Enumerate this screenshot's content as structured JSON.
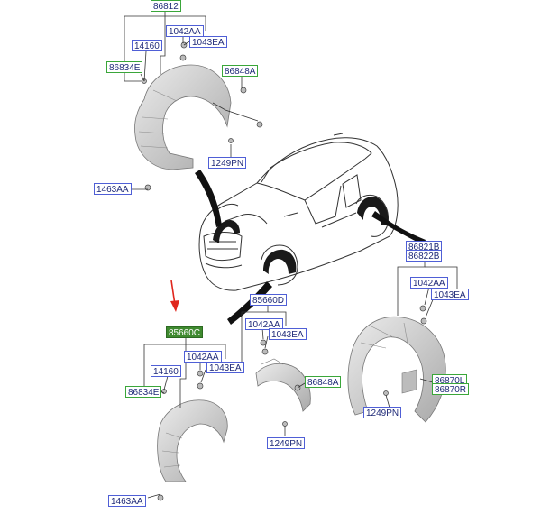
{
  "labels": [
    {
      "id": "l1",
      "text": "86812",
      "color": "green"
    },
    {
      "id": "l2",
      "text": "1042AA",
      "color": "blue"
    },
    {
      "id": "l3",
      "text": "1043EA",
      "color": "blue"
    },
    {
      "id": "l4",
      "text": "14160",
      "color": "blue"
    },
    {
      "id": "l5",
      "text": "86834E",
      "color": "green"
    },
    {
      "id": "l6",
      "text": "86848A",
      "color": "green"
    },
    {
      "id": "l7",
      "text": "1249PN",
      "color": "blue"
    },
    {
      "id": "l8",
      "text": "1463AA",
      "color": "blue"
    },
    {
      "id": "l9",
      "text": "86821B",
      "color": "blue"
    },
    {
      "id": "l10",
      "text": "86822B",
      "color": "blue"
    },
    {
      "id": "l11",
      "text": "1042AA",
      "color": "blue"
    },
    {
      "id": "l12",
      "text": "1043EA",
      "color": "blue"
    },
    {
      "id": "l13",
      "text": "86870L",
      "color": "green"
    },
    {
      "id": "l14",
      "text": "86870R",
      "color": "green"
    },
    {
      "id": "l15",
      "text": "1249PN",
      "color": "blue"
    },
    {
      "id": "l16",
      "text": "85660D",
      "color": "blue"
    },
    {
      "id": "l17",
      "text": "1042AA",
      "color": "blue"
    },
    {
      "id": "l18",
      "text": "1043EA",
      "color": "blue"
    },
    {
      "id": "l19",
      "text": "86848A",
      "color": "green"
    },
    {
      "id": "l20",
      "text": "1249PN",
      "color": "blue"
    },
    {
      "id": "l21",
      "text": "85660C",
      "color": "selected"
    },
    {
      "id": "l22",
      "text": "1042AA",
      "color": "blue"
    },
    {
      "id": "l23",
      "text": "1043EA",
      "color": "blue"
    },
    {
      "id": "l24",
      "text": "14160",
      "color": "blue"
    },
    {
      "id": "l25",
      "text": "86834E",
      "color": "green"
    },
    {
      "id": "l26",
      "text": "1463AA",
      "color": "blue"
    }
  ],
  "colors": {
    "green": "#3aa63a",
    "blue": "#4f5fd6",
    "selected": "#3f8a2f",
    "arrow": "#e0261d",
    "line": "#333333",
    "part": "#d8d8d8"
  },
  "icons": {
    "arrow": "red-pointer-arrow"
  }
}
